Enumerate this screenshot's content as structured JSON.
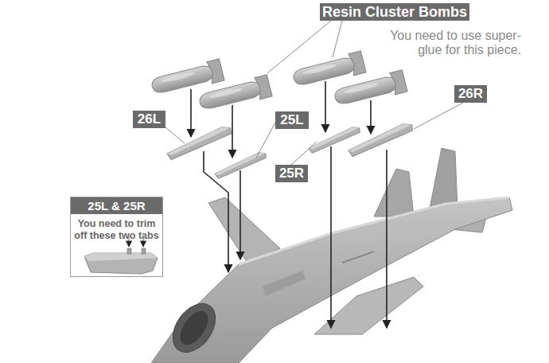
{
  "diagram": {
    "nodes": [
      {
        "text": [
          "Resin Cluster Bombs"
        ]
      },
      {
        "text": [
          "26L"
        ]
      },
      {
        "text": [
          "25L"
        ]
      },
      {
        "text": [
          "25R"
        ]
      },
      {
        "text": [
          "26R"
        ]
      },
      {
        "text": [
          "25L & 25R",
          "You need to trim off these two tabs"
        ]
      }
    ],
    "labels": [
      "You need to use super-glue for this piece."
    ]
  }
}
